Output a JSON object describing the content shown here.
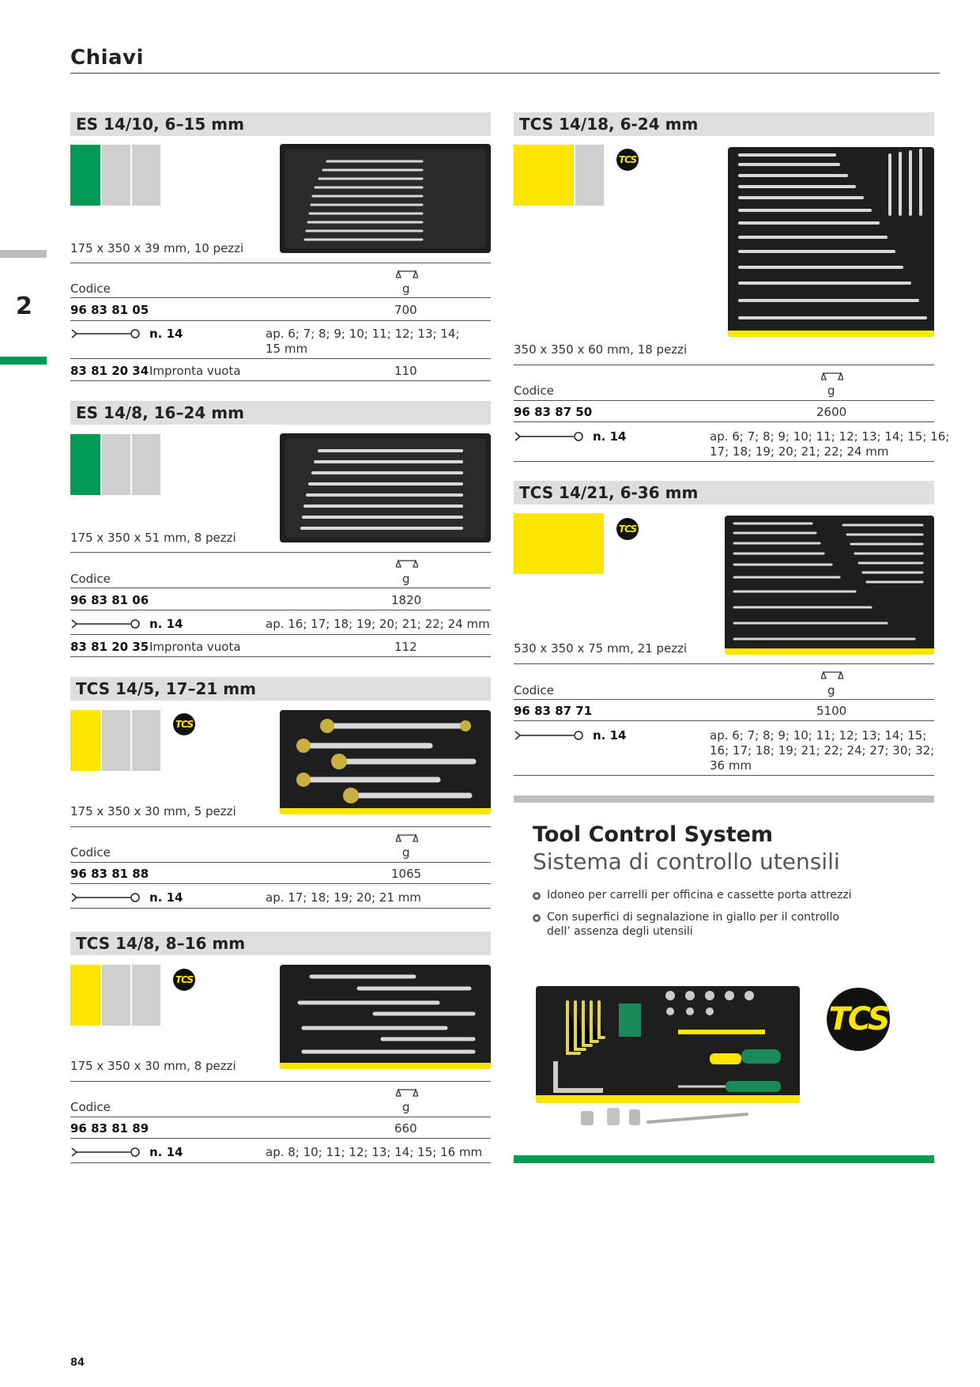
{
  "page": {
    "title": "Chiavi",
    "chapter": "2",
    "number": "84"
  },
  "sections": [
    {
      "title": "ES 14/10, 6–15 mm",
      "dims": "175 x 350 x 39 mm, 10 pezzi",
      "codice_label": "Codice",
      "unit": "g",
      "code": "96 83 81 05",
      "weight": "700",
      "tool_label": "n. 14",
      "sizes": "ap. 6; 7; 8; 9; 10; 11; 12; 13; 14;",
      "sizes2": "15 mm",
      "empty_code": "83 81 20 34",
      "empty_label": "Impronta vuota",
      "empty_weight": "110"
    },
    {
      "title": "ES 14/8, 16–24 mm",
      "dims": "175 x 350 x 51 mm, 8 pezzi",
      "codice_label": "Codice",
      "unit": "g",
      "code": "96 83 81 06",
      "weight": "1820",
      "tool_label": "n. 14",
      "sizes": "ap. 16; 17; 18; 19; 20; 21; 22; 24 mm",
      "empty_code": "83 81 20 35",
      "empty_label": "Impronta vuota",
      "empty_weight": "112"
    },
    {
      "title": "TCS 14/5, 17–21 mm",
      "dims": "175 x 350 x 30 mm, 5 pezzi",
      "codice_label": "Codice",
      "unit": "g",
      "code": "96 83 81 88",
      "weight": "1065",
      "tool_label": "n. 14",
      "sizes": "ap. 17; 18; 19; 20; 21 mm"
    },
    {
      "title": "TCS 14/8, 8–16 mm",
      "dims": "175 x 350 x 30 mm, 8 pezzi",
      "codice_label": "Codice",
      "unit": "g",
      "code": "96 83 81 89",
      "weight": "660",
      "tool_label": "n. 14",
      "sizes": "ap. 8; 10; 11; 12; 13; 14; 15; 16 mm"
    },
    {
      "title": "TCS 14/18, 6-24 mm",
      "dims": "350 x 350 x 60 mm, 18 pezzi",
      "codice_label": "Codice",
      "unit": "g",
      "code": "96 83 87 50",
      "weight": "2600",
      "tool_label": "n. 14",
      "sizes": "ap. 6; 7; 8; 9; 10; 11; 12; 13; 14; 15; 16;",
      "sizes2": "17; 18; 19; 20; 21; 22; 24 mm"
    },
    {
      "title": "TCS 14/21, 6-36 mm",
      "dims": "530 x 350 x 75 mm, 21 pezzi",
      "codice_label": "Codice",
      "unit": "g",
      "code": "96 83 87 71",
      "weight": "5100",
      "tool_label": "n. 14",
      "sizes": "ap. 6; 7; 8; 9; 10; 11; 12; 13; 14; 15;",
      "sizes2": "16; 17; 18; 19; 21; 22; 24; 27; 30; 32;",
      "sizes3": "36 mm"
    }
  ],
  "tcs_badge": "TCS",
  "tcs": {
    "title": "Tool Control System",
    "subtitle": "Sistema di controllo utensili",
    "bullets": [
      "Idoneo per carrelli per officina e cassette porta attrezzi",
      "Con superfici di segnalazione in giallo per il controllo",
      "dell’ assenza degli utensili"
    ]
  },
  "colors": {
    "green": "#009a55",
    "yellow": "#ffe600",
    "grey": "#cfcfcf"
  }
}
